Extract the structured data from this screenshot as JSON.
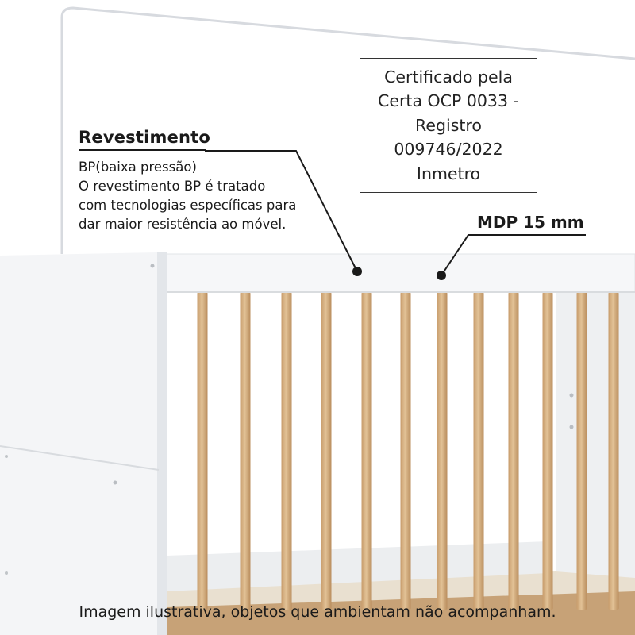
{
  "callouts": {
    "revestimento": {
      "title": "Revestimento",
      "lines": [
        "BP(baixa pressão)",
        "O revestimento BP é tratado",
        "com tecnologias específicas para",
        "dar maior resistência ao móvel."
      ]
    },
    "mdp": {
      "label": "MDP 15 mm"
    }
  },
  "certificate": {
    "lines": [
      "Certificado pela",
      "Certa OCP 0033 -",
      "Registro",
      "009746/2022",
      "Inmetro"
    ]
  },
  "footer": {
    "text": "Imagem ilustrativa, objetos que ambientam não acompanham."
  },
  "colors": {
    "frame_white": "#f4f5f7",
    "slat_wood": "#d4b083",
    "background": "#ffffff"
  }
}
